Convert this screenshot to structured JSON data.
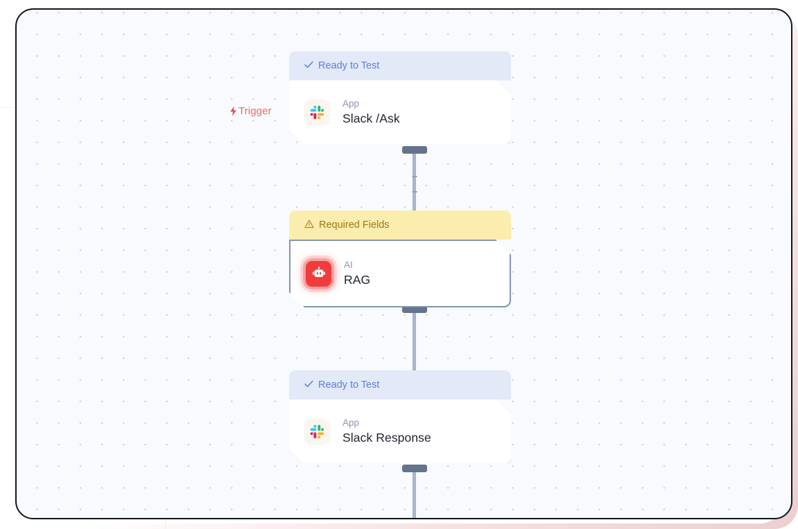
{
  "canvas": {
    "background_color": "#f8fafd",
    "dot_color": "#c8ccd8",
    "frame_color": "#12151c"
  },
  "trigger": {
    "label": "Trigger",
    "icon": "lightning-bolt-icon",
    "color": "#f2665f"
  },
  "statuses": {
    "ready": {
      "label": "Ready to Test",
      "icon": "check-icon",
      "bg": "#e3e9f7",
      "fg": "#5a7fe0"
    },
    "required": {
      "label": "Required Fields",
      "icon": "warning-triangle-icon",
      "bg": "#fbedad",
      "fg": "#9a7b17"
    }
  },
  "nodes": [
    {
      "status_label": "Ready to Test",
      "status_icon": "check-icon",
      "kind": "App",
      "title": "Slack /Ask",
      "icon": "slack-icon",
      "selected": false
    },
    {
      "status_label": "Required Fields",
      "status_icon": "warning-triangle-icon",
      "kind": "AI",
      "title": "RAG",
      "icon": "robot-icon",
      "selected": true
    },
    {
      "status_label": "Ready to Test",
      "status_icon": "check-icon",
      "kind": "App",
      "title": "Slack Response",
      "icon": "slack-icon",
      "selected": false
    }
  ],
  "connectors": [
    {
      "from": "Slack /Ask",
      "to": "RAG"
    },
    {
      "from": "RAG",
      "to": "Slack Response"
    },
    {
      "from": "Slack Response",
      "to": ""
    }
  ]
}
